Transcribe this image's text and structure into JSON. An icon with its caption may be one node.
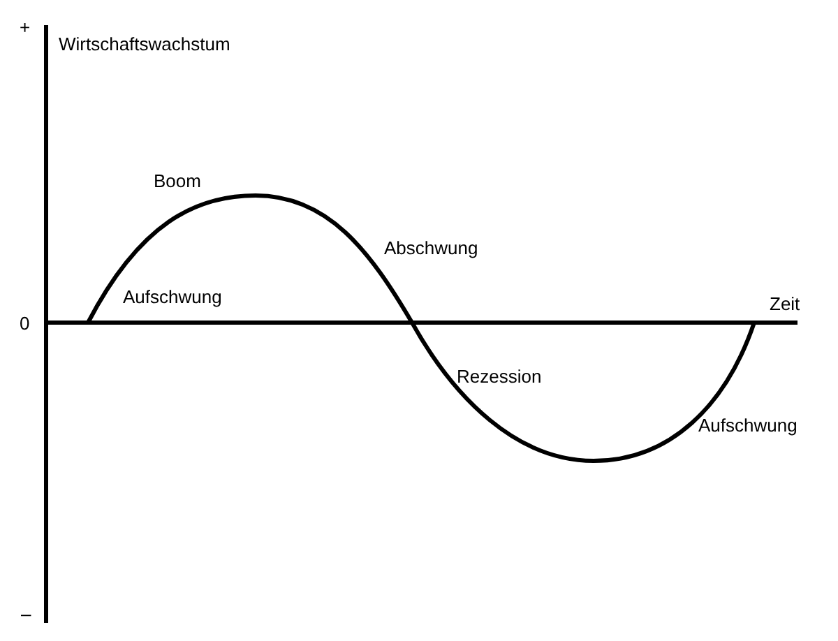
{
  "diagram": {
    "labels": [
      "+",
      "Wirtschaftswachstum",
      "Boom",
      "Abschwung",
      "Aufschwung",
      "0",
      "Zeit",
      "Rezession",
      "Aufschwung",
      "–"
    ]
  }
}
